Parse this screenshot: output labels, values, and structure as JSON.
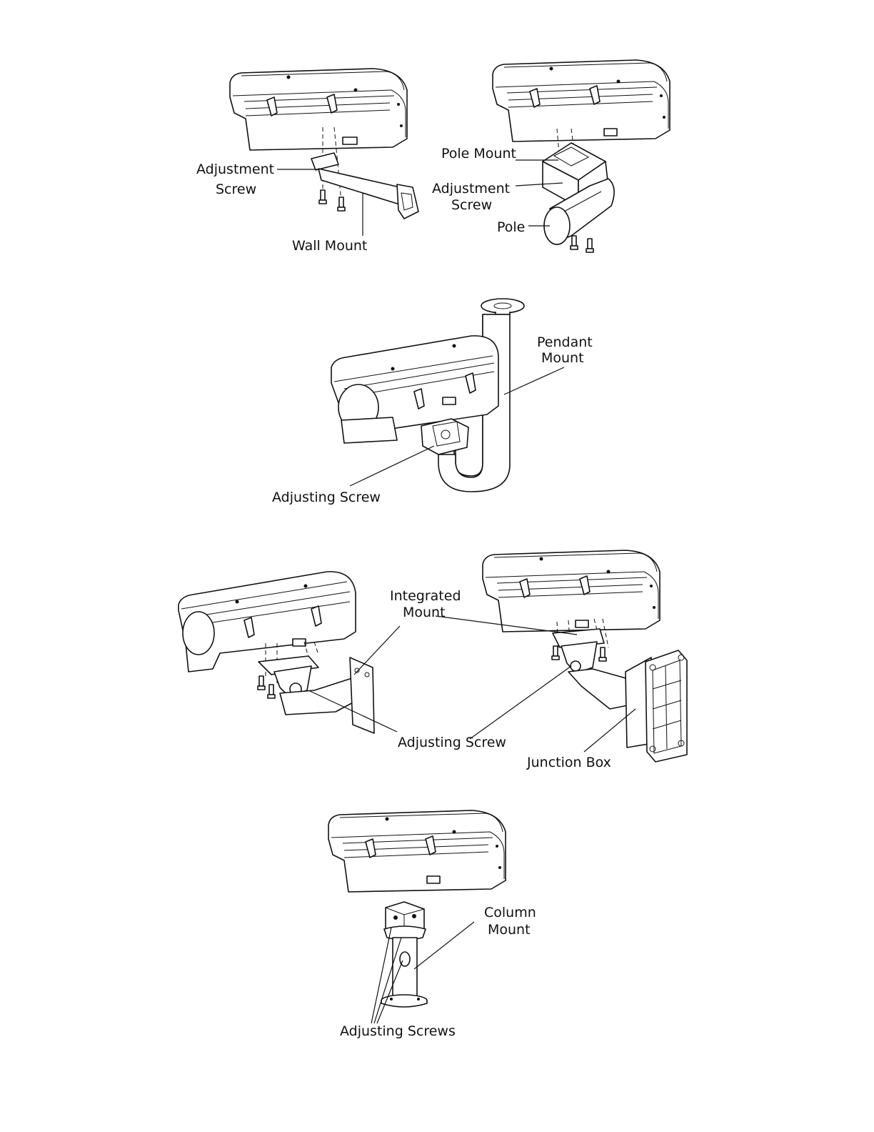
{
  "labels": {
    "wall_mount": {
      "adjustment": "Adjustment",
      "screw": "Screw",
      "mount": "Wall Mount"
    },
    "pole_mount": {
      "mount": "Pole Mount",
      "adjustment": "Adjustment",
      "screw": "Screw",
      "pole": "Pole"
    },
    "pendant_mount": {
      "line1": "Pendant",
      "line2": "Mount",
      "adjusting_screw": "Adjusting Screw"
    },
    "integrated_mount": {
      "line1": "Integrated",
      "line2": "Mount",
      "adjusting_screw": "Adjusting Screw",
      "junction_box": "Junction Box"
    },
    "column_mount": {
      "line1": "Column",
      "line2": "Mount",
      "adjusting_screws": "Adjusting Screws"
    }
  }
}
